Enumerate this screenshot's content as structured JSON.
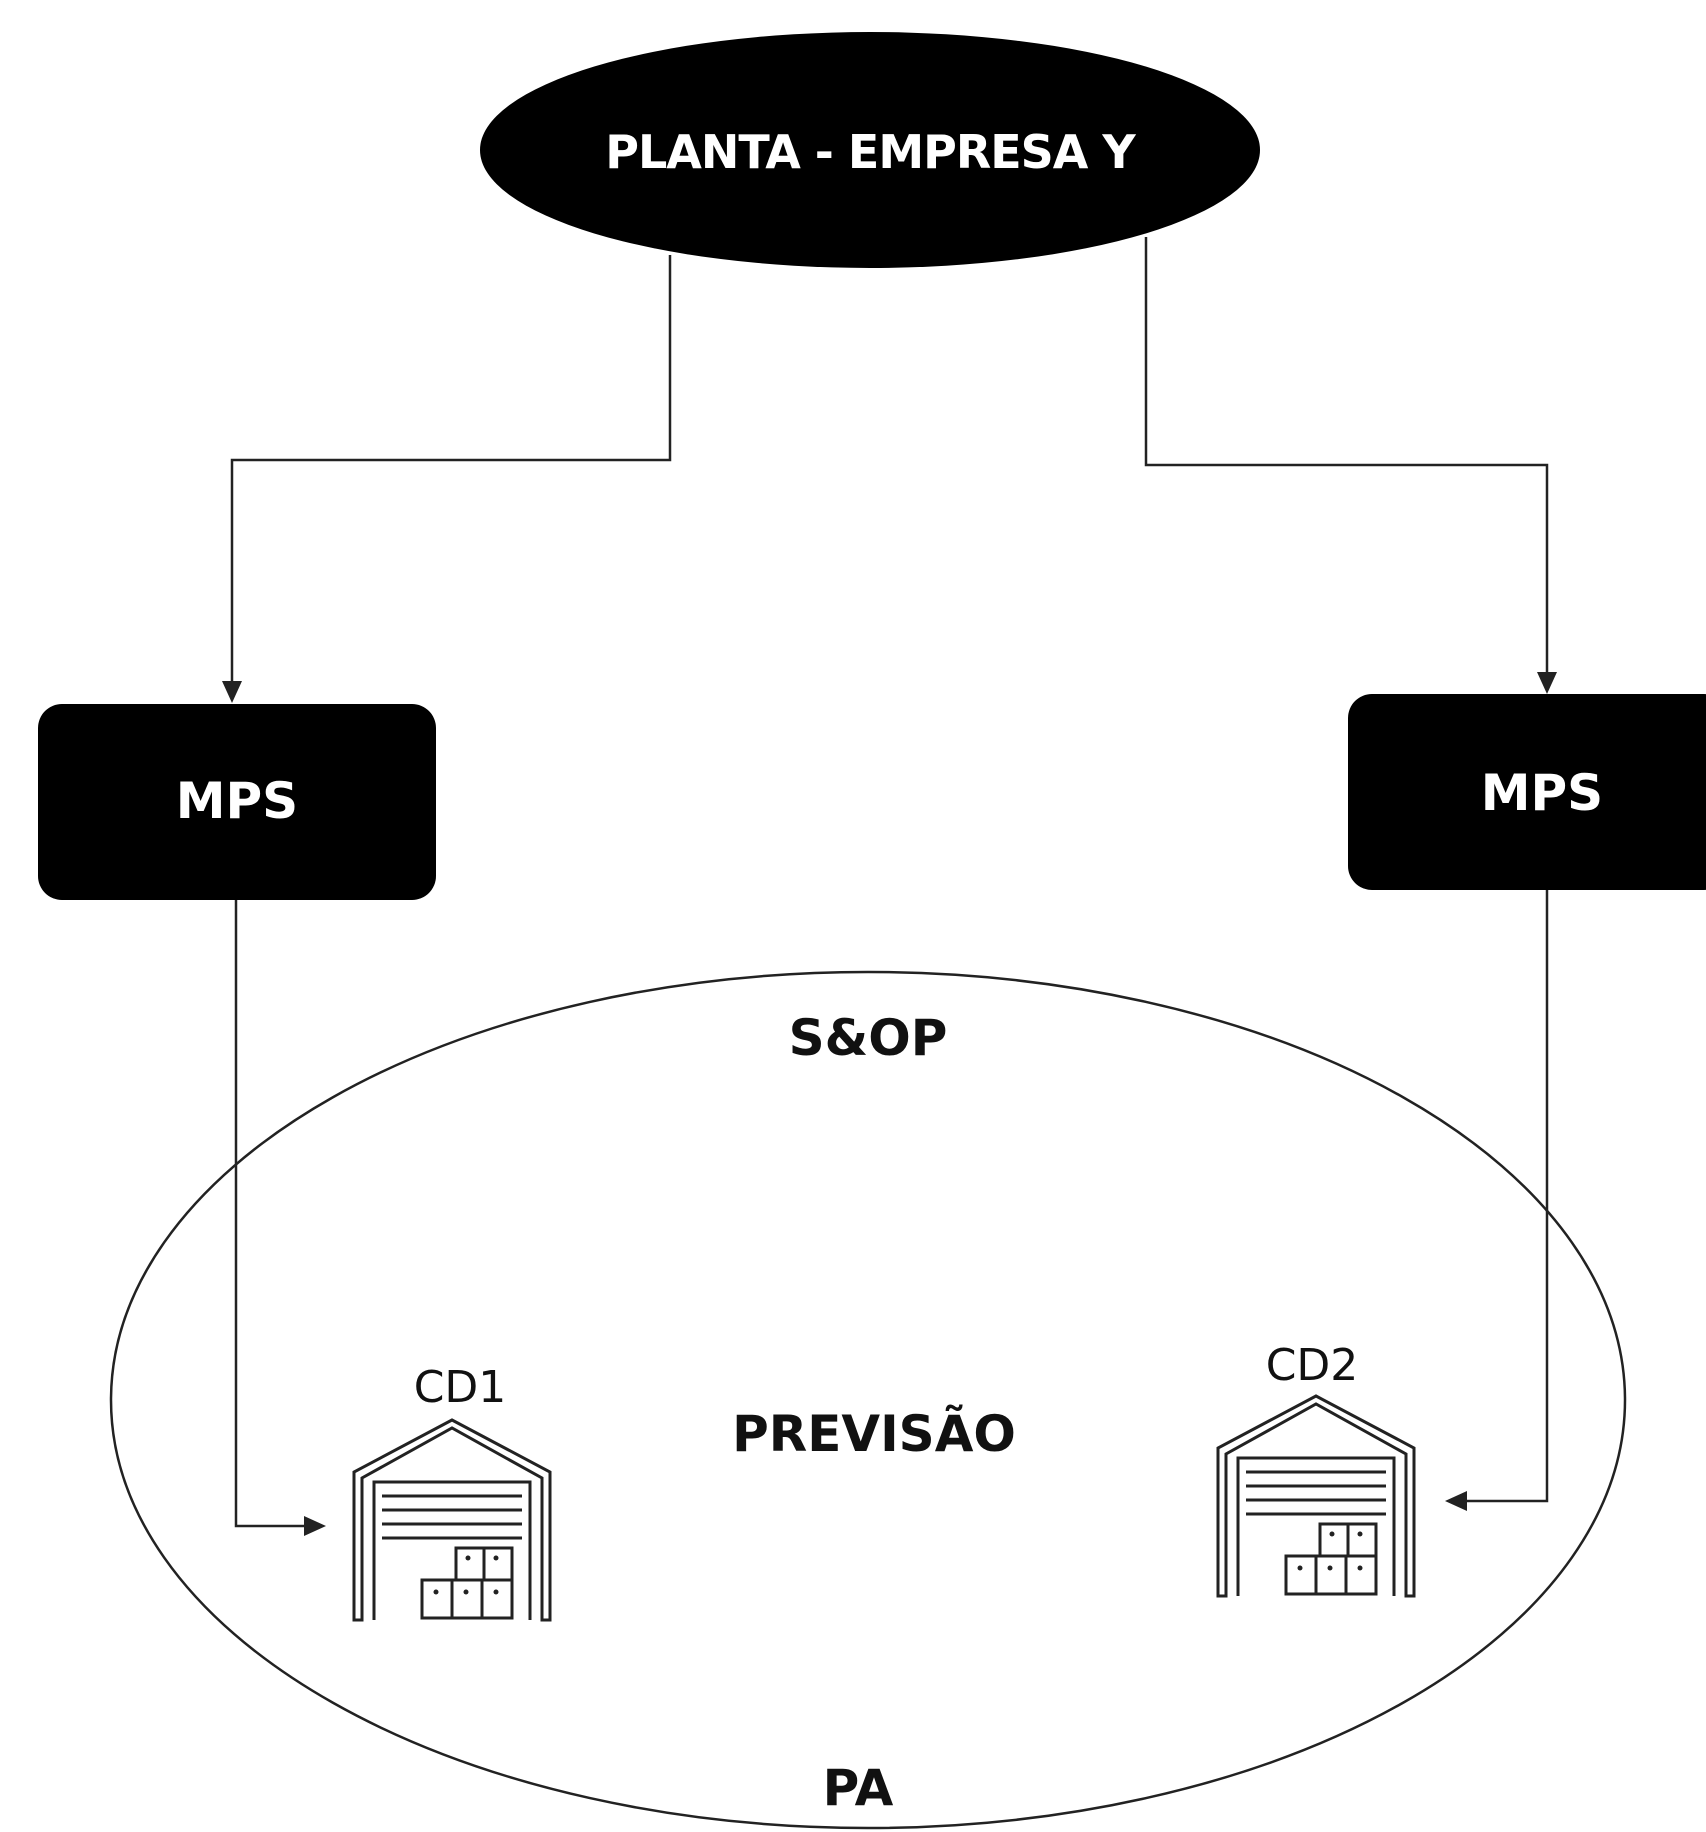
{
  "diagram": {
    "top_node": {
      "label": "PLANTA - EMPRESA Y",
      "fill": "#000000"
    },
    "left_box": {
      "label": "MPS",
      "fill": "#000000"
    },
    "right_box": {
      "label": "MPS",
      "fill": "#000000"
    },
    "region": {
      "top_label": "S&OP",
      "center_label": "PREVISÃO",
      "bottom_label": "PA",
      "stroke": "#222222"
    },
    "warehouses": [
      {
        "label": "CD1",
        "icon": "warehouse-icon"
      },
      {
        "label": "CD2",
        "icon": "warehouse-icon"
      }
    ]
  }
}
